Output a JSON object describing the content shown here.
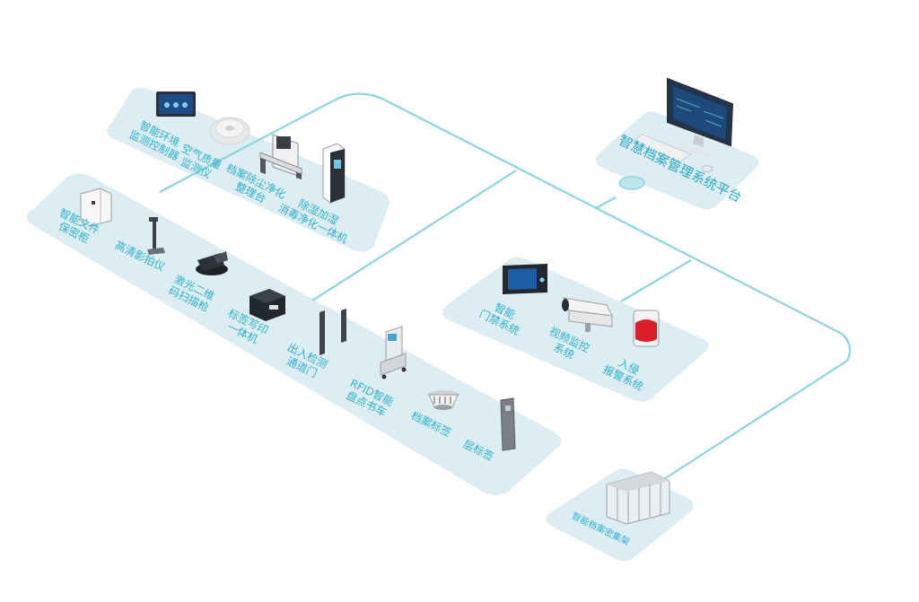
{
  "platform": {
    "label": "智慧档案管理系统平台"
  },
  "panel_env": {
    "items": [
      {
        "label": "智能环境\n监测控制器",
        "icon": "touch-panel-icon"
      },
      {
        "label": "空气质量\n监测仪",
        "icon": "air-monitor-icon"
      },
      {
        "label": "档案除尘净化\n整理台",
        "icon": "dust-cleaning-station-icon"
      },
      {
        "label": "除湿加湿\n消毒净化一体机",
        "icon": "humidifier-purifier-icon"
      }
    ]
  },
  "panel_rfid": {
    "items": [
      {
        "label": "智能文件\n保密柜",
        "icon": "file-cabinet-icon"
      },
      {
        "label": "高清影拍仪",
        "icon": "document-camera-icon"
      },
      {
        "label": "激光二维\n码扫描枪",
        "icon": "barcode-scanner-icon"
      },
      {
        "label": "标签写印\n一体机",
        "icon": "label-printer-icon"
      },
      {
        "label": "出入检测\n通道门",
        "icon": "security-gate-icon"
      },
      {
        "label": "RFID智能\n盘点书车",
        "icon": "rfid-cart-icon"
      },
      {
        "label": "档案标签",
        "icon": "archive-tag-icon"
      },
      {
        "label": "层标签",
        "icon": "layer-tag-icon"
      }
    ]
  },
  "panel_security": {
    "items": [
      {
        "label": "智能\n门禁系统",
        "icon": "access-control-icon"
      },
      {
        "label": "视频监控\n系统",
        "icon": "camera-icon"
      },
      {
        "label": "入侵\n报警系统",
        "icon": "alarm-siren-icon"
      }
    ]
  },
  "panel_shelf": {
    "items": [
      {
        "label": "智能档案密集架",
        "icon": "compact-shelving-icon"
      }
    ]
  },
  "colors": {
    "panel": "#dcedf3",
    "line": "#8fd3dc",
    "label": "#2fb1c9",
    "node": "#bfe6ea"
  }
}
